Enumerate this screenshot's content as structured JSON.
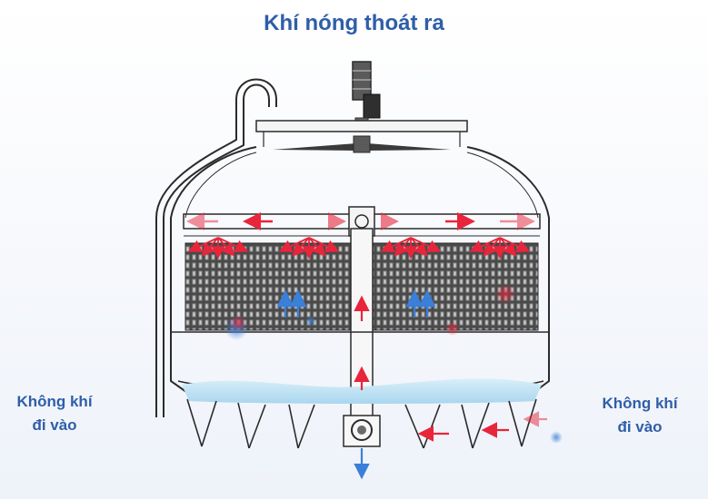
{
  "title": "Khí nóng thoát ra",
  "left_label": {
    "line1": "Không khí",
    "line2": "đi vào"
  },
  "right_label": {
    "line1": "Không khí",
    "line2": "đi vào"
  },
  "colors": {
    "text_blue": "#2f5ea8",
    "hot_arrow": "#e8253a",
    "cold_arrow": "#3a7fd8",
    "outline": "#2b2b2b",
    "water": "#bfe3f4",
    "fill_grid": "#3c3c3c"
  },
  "icons": [
    "motor-icon",
    "fan-icon",
    "nozzle-icon",
    "pump-icon",
    "water-droplet-icon"
  ]
}
